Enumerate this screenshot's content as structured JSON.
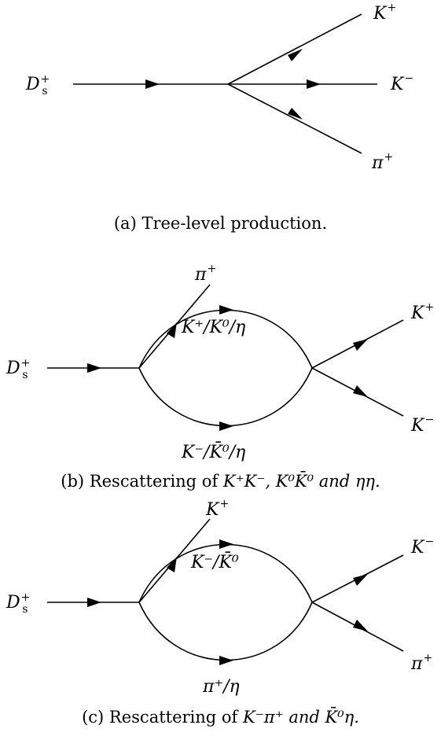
{
  "diagrams": [
    {
      "id": "a",
      "caption": "(a) Tree-level production.",
      "labels": {
        "in": {
          "base": "D",
          "sub": "s",
          "sup": "+"
        },
        "out1": {
          "base": "K",
          "sup": "+"
        },
        "out2": {
          "base": "K",
          "sup": "−"
        },
        "out3": {
          "base": "π",
          "sup": "+"
        }
      }
    },
    {
      "id": "b",
      "caption_prefix": "(b) Rescattering of ",
      "caption_math": "K⁺K⁻, K⁰K̄⁰ and ηη.",
      "labels": {
        "in": {
          "base": "D",
          "sub": "s",
          "sup": "+"
        },
        "top_out": {
          "base": "π",
          "sup": "+"
        },
        "loop_top": "K⁺/K⁰/η",
        "loop_bottom": "K⁻/K̄⁰/η",
        "out1": {
          "base": "K",
          "sup": "+"
        },
        "out2": {
          "base": "K",
          "sup": "−"
        }
      }
    },
    {
      "id": "c",
      "caption_prefix": "(c) Rescattering of ",
      "caption_math": "K⁻π⁺ and K̄⁰η.",
      "labels": {
        "in": {
          "base": "D",
          "sub": "s",
          "sup": "+"
        },
        "top_out": {
          "base": "K",
          "sup": "+"
        },
        "loop_top": "K⁻/K̄⁰",
        "loop_bottom": "π⁺/η",
        "out1": {
          "base": "K",
          "sup": "−"
        },
        "out2": {
          "base": "π",
          "sup": "+"
        }
      }
    }
  ]
}
